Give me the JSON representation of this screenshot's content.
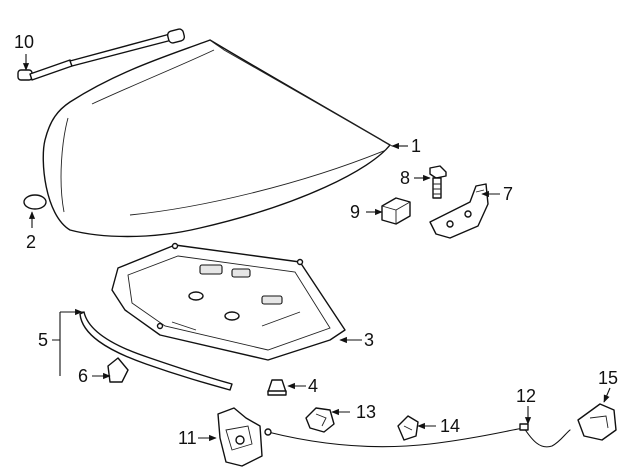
{
  "callouts": [
    {
      "id": "c1",
      "text": "1"
    },
    {
      "id": "c2",
      "text": "2"
    },
    {
      "id": "c3",
      "text": "3"
    },
    {
      "id": "c4",
      "text": "4"
    },
    {
      "id": "c5",
      "text": "5"
    },
    {
      "id": "c6",
      "text": "6"
    },
    {
      "id": "c7",
      "text": "7"
    },
    {
      "id": "c8",
      "text": "8"
    },
    {
      "id": "c9",
      "text": "9"
    },
    {
      "id": "c10",
      "text": "10"
    },
    {
      "id": "c11",
      "text": "11"
    },
    {
      "id": "c12",
      "text": "12"
    },
    {
      "id": "c13",
      "text": "13"
    },
    {
      "id": "c14",
      "text": "14"
    },
    {
      "id": "c15",
      "text": "15"
    }
  ],
  "colors": {
    "line": "#111111",
    "background": "#ffffff"
  }
}
